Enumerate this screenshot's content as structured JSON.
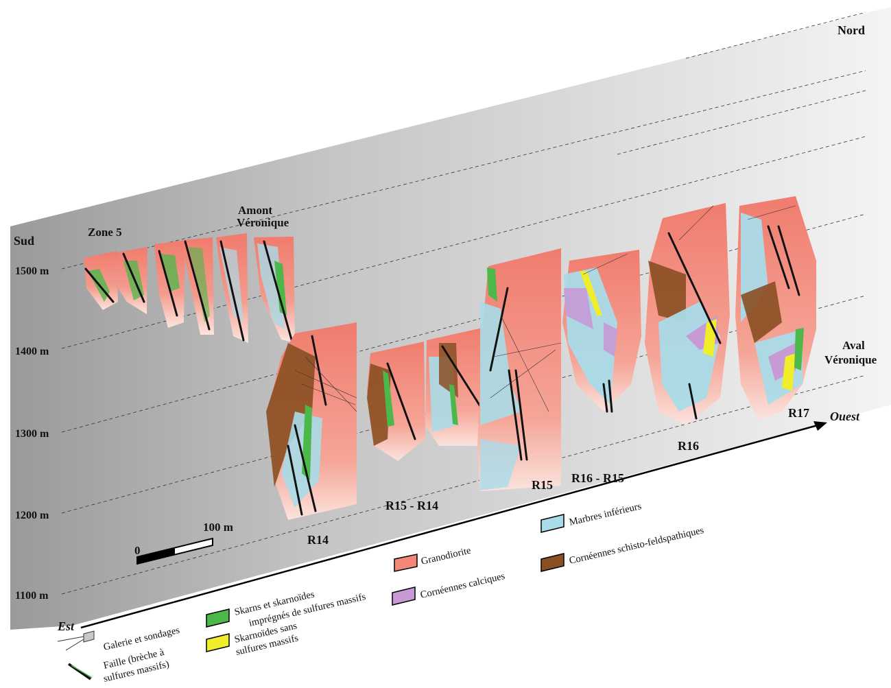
{
  "orientation": {
    "south": "Sud",
    "north": "Nord",
    "east": "Est",
    "west": "Ouest"
  },
  "elevations": [
    "1500 m",
    "1400 m",
    "1300 m",
    "1200 m",
    "1100 m"
  ],
  "section_labels": {
    "zone5": "Zone 5",
    "amont_line1": "Amont",
    "amont_line2": "Véronique",
    "aval_line1": "Aval",
    "aval_line2": "Véronique",
    "r14": "R14",
    "r15_r14": "R15 - R14",
    "r15": "R15",
    "r16_r15": "R16 - R15",
    "r16": "R16",
    "r17": "R17"
  },
  "scale_bar": {
    "start": "0",
    "end": "100 m"
  },
  "legend": {
    "galerie": "Galerie et sondages",
    "faille_1": "Faille (brèche à",
    "faille_2": "sulfures massifs)",
    "skarns_1": "Skarns et skarnoïdes",
    "skarns_2": "imprégnés de sulfures massifs",
    "skarnoides_1": "Skarnoïdes sans",
    "skarnoides_2": "sulfures massifs",
    "granodiorite": "Granodiorite",
    "corneennes_calc": "Cornéennes calciques",
    "marbres": "Marbres inférieurs",
    "corneennes_schisto": "Cornéennes schisto-feldspathiques"
  },
  "colors": {
    "granodiorite": "#f2877a",
    "marbres": "#a9dbe8",
    "corneennes_schisto": "#8a4f22",
    "corneennes_calc": "#c79ad6",
    "skarns": "#4cb84a",
    "skarnoides": "#f0ee2a",
    "background_plane": "#bdbdbd"
  }
}
